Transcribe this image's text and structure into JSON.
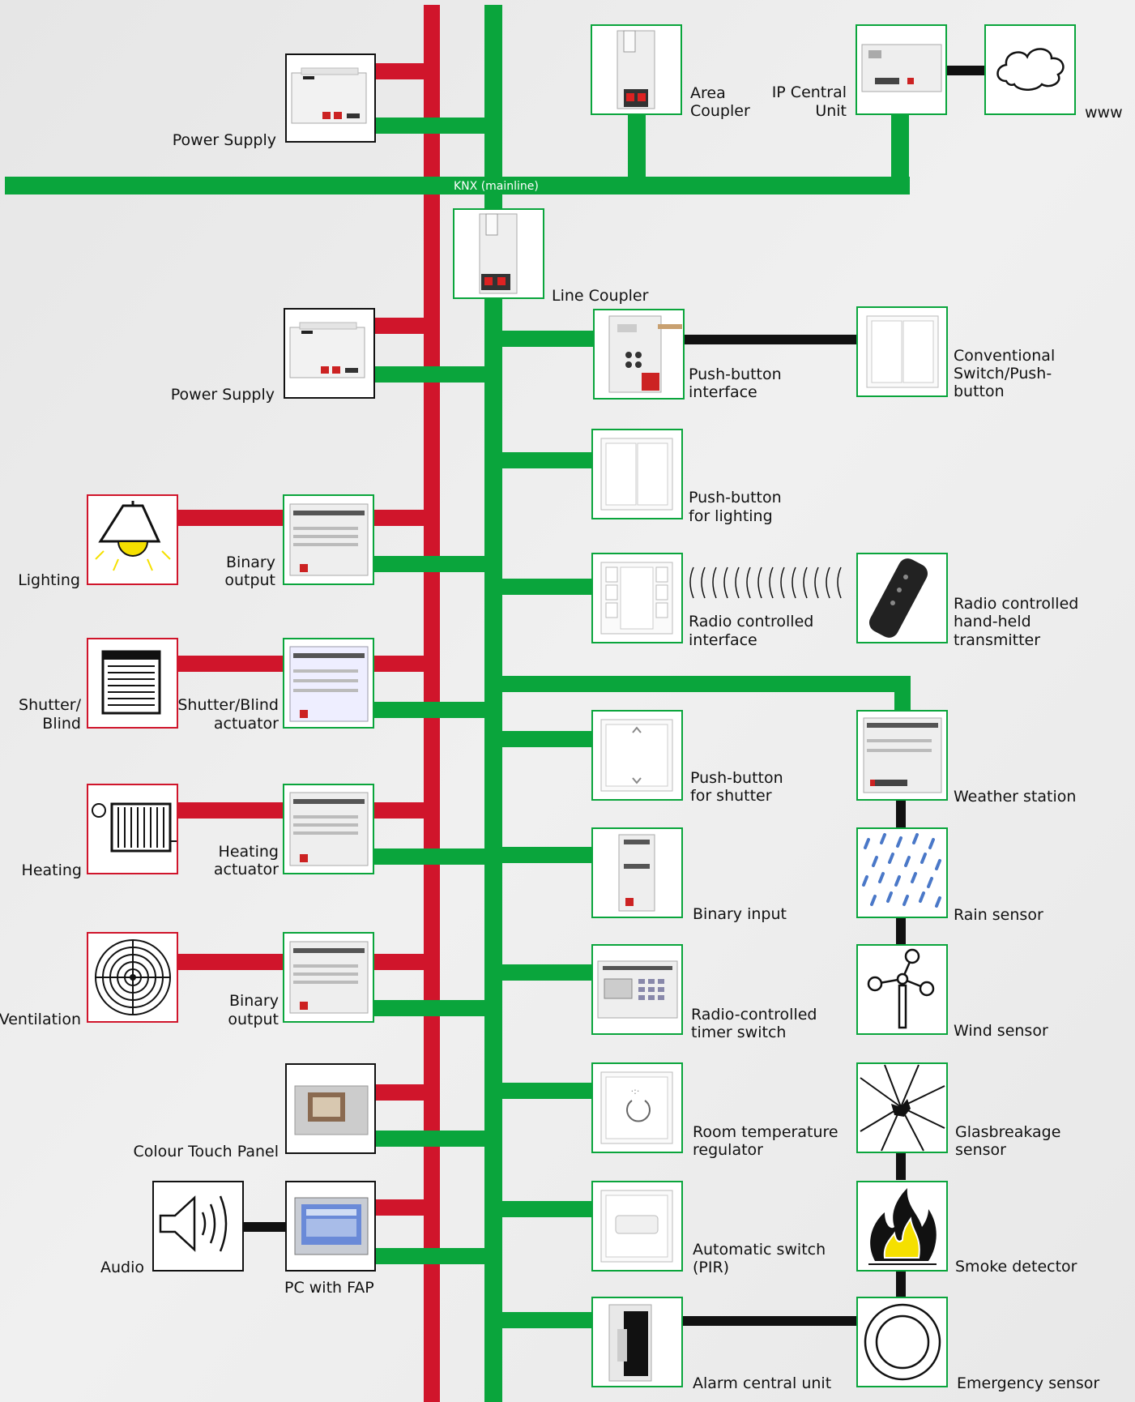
{
  "colors": {
    "power_line": "#d0152b",
    "bus_line": "#0aa53c",
    "connection": "#111111",
    "background": "#ededed"
  },
  "mainline_label": "KNX (mainline)",
  "devices": {
    "power_supply_1": "Power Supply",
    "area_coupler": [
      "Area",
      "Coupler"
    ],
    "ip_central_unit": [
      "IP Central",
      "Unit"
    ],
    "www": "www",
    "line_coupler": "Line Coupler",
    "power_supply_2": "Power Supply",
    "pushbutton_interface": [
      "Push-button",
      "interface"
    ],
    "conventional_switch": [
      "Conventional",
      "Switch/Push-",
      "button"
    ],
    "pushbutton_lighting": [
      "Push-button",
      "for lighting"
    ],
    "lighting": "Lighting",
    "binary_output_1": [
      "Binary",
      "output"
    ],
    "radio_interface": [
      "Radio controlled",
      "interface"
    ],
    "radio_transmitter": [
      "Radio controlled",
      "hand-held",
      "transmitter"
    ],
    "shutter_blind": [
      "Shutter/",
      "Blind"
    ],
    "shutter_actuator": [
      "Shutter/Blind",
      "actuator"
    ],
    "pushbutton_shutter": [
      "Push-button",
      "for shutter"
    ],
    "weather_station": "Weather station",
    "heating": "Heating",
    "heating_actuator": [
      "Heating",
      "actuator"
    ],
    "binary_input": "Binary input",
    "rain_sensor": "Rain sensor",
    "ventilation": "Ventilation",
    "binary_output_2": [
      "Binary",
      "output"
    ],
    "timer_switch": [
      "Radio-controlled",
      "timer switch"
    ],
    "wind_sensor": "Wind sensor",
    "colour_touch_panel": "Colour Touch Panel",
    "room_temp_regulator": [
      "Room temperature",
      "regulator"
    ],
    "glassbreakage_sensor": [
      "Glasbreakage",
      "sensor"
    ],
    "audio": "Audio",
    "pc_with_fap": "PC with FAP",
    "automatic_switch": [
      "Automatic switch",
      "(PIR)"
    ],
    "smoke_detector": "Smoke detector",
    "alarm_central_unit": "Alarm central unit",
    "emergency_sensor": "Emergency sensor"
  }
}
